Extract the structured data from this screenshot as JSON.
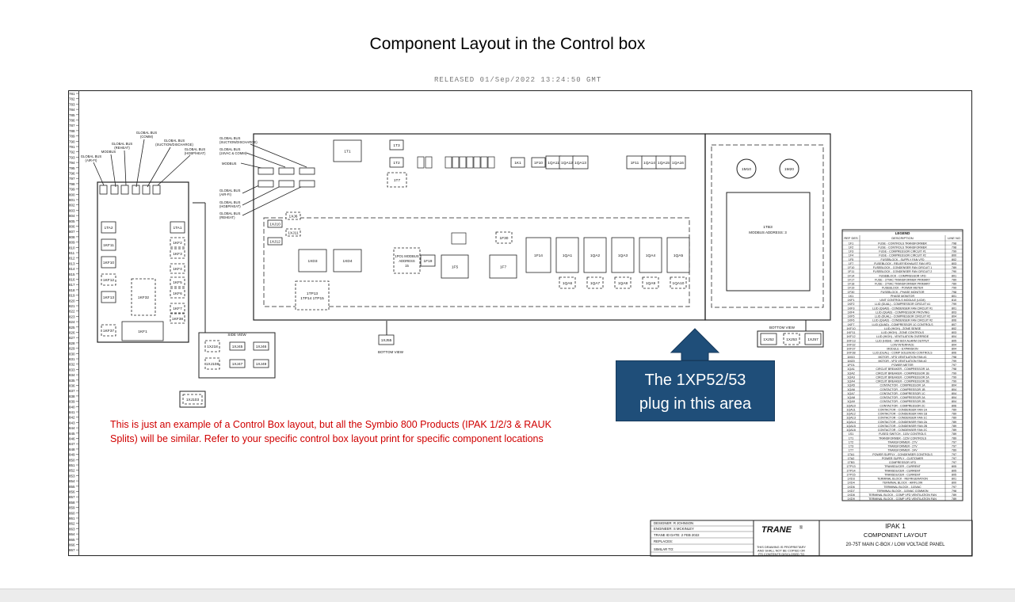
{
  "title": "Component Layout in the Control box",
  "released_stamp": "RELEASED 01/Sep/2022 13:24:50 GMT",
  "note": "This is just an example of a Control Box layout, but all the Symbio 800 Products (IPAK 1/2/3 & RAUK Splits) will be similar. Refer to your specific control box layout print for specific component locations",
  "callout": {
    "line1": "The 1XP52/53",
    "line2": "plug in this area"
  },
  "colors": {
    "callout_bg": "#1f4e79",
    "note": "#d00000",
    "line": "#222222"
  },
  "bus_labels": {
    "bus_air_fi": "GLOBAL BUS (AIR-FI)",
    "modbus": "MODBUS",
    "bus_reheat": "GLOBAL BUS (REHEAT)",
    "bus_comm": "GLOBAL BUS (COMM)",
    "bus_suction": "GLOBAL BUS (SUCTION/DISCHARGE)",
    "bus_hgbp": "GLOBAL BUS (HGBP/HEAT)",
    "bus_suction2": "GLOBAL BUS (SUCTION/DISCHARGE)",
    "bus_24vac": "GLOBAL BUS (24VAC & COMM)",
    "modbus2": "MODBUS",
    "bus_air_fi2": "GLOBAL BUS (AIR-FI)",
    "bus_hgbp2": "GLOBAL BUS (HGBP/HEAT)",
    "bus_reheat2": "GLOBAL BUS (REHEAT)"
  },
  "components": {
    "left_panel": [
      "1TA2",
      "1TA1",
      "1KF11",
      "1KF2",
      "1KF10",
      "1KF3",
      "1KF4",
      "1KF12",
      "1KF32",
      "1KF5",
      "1KF13",
      "1KF6",
      "1KF7",
      "1KF38",
      "1KF37",
      "1KF1"
    ],
    "top_row": [
      "1T1",
      "1T3",
      "1T2",
      "1T7",
      "1K1",
      "1F10",
      "1QA11",
      "1QA12",
      "1QA13",
      "1F11",
      "1QA14",
      "1QA15",
      "1QA16"
    ],
    "middle": [
      "1XJ10",
      "1XJ6",
      "1XJ11",
      "1XJ12",
      "1XD3",
      "1XD4",
      "1PO1 MODBUS ADDRESS 15",
      "1F19",
      "1F5",
      "1F30",
      "1F7",
      "1TP13 1TP14 1TP15"
    ],
    "breakers": [
      "1F14",
      "1QA1",
      "1QA2",
      "1QA3",
      "1QA4",
      "1QA5",
      "1QA6",
      "1QA7",
      "1QA8",
      "1QA9",
      "1QA10"
    ],
    "right_panel": [
      "1M10",
      "1M20",
      "1TB3",
      "MODBUS ADDRESS: 3"
    ],
    "side_view": [
      "SIDE VIEW",
      "1XJ18",
      "1XJ45",
      "1XJ46",
      "1XJ108",
      "1XJ47",
      "1XJ49"
    ],
    "bottom": [
      "1XJ55",
      "BOTTOM VIEW",
      "1XJ103",
      "BOTTOM VIEW",
      "1XJ52",
      "1XJ53",
      "1XJ57"
    ]
  },
  "legend": {
    "title": "LEGEND",
    "headers": [
      "REF DES",
      "DESCRIPTION",
      "LINE NO"
    ],
    "rows": [
      [
        "1F1",
        "FUSE - CONTROLS TRANSFORMER",
        "798"
      ],
      [
        "1F2",
        "FUSE - CONTROLS TRANSFORMER",
        "798"
      ],
      [
        "1F3",
        "FUSE - COMPRESSOR CIRCUIT #1",
        "799"
      ],
      [
        "1F4",
        "FUSE - COMPRESSOR CIRCUIT #2",
        "800"
      ],
      [
        "1F5",
        "FUSEBLOCK - SUPPLY FAN VFD",
        "802"
      ],
      [
        "1F7",
        "FUSEBLOCK - RELIEF/EXHAUST FAN VFD",
        "803"
      ],
      [
        "1F10",
        "FUSEBLOCK - CONDENSER FAN CIRCUIT 1",
        "789"
      ],
      [
        "1F11",
        "FUSEBLOCK - CONDENSER FAN CIRCUIT 2",
        "790"
      ],
      [
        "1F14",
        "FUSEBLOCK - COMPRESSOR VFD",
        "801"
      ],
      [
        "1F17",
        "FUSE - 27VAC TRANSFORMER PRIMARY",
        "789"
      ],
      [
        "1F18",
        "FUSE - 27VAC TRANSFORMER PRIMARY",
        "789"
      ],
      [
        "1F19",
        "FUSEBLOCK - POWER METER",
        "799"
      ],
      [
        "1F30",
        "FUSEBLOCK - PHASE MONITOR",
        "798"
      ],
      [
        "1K1",
        "PHASE MONITOR",
        "801"
      ],
      [
        "1KF1",
        "UNIT CONTROLS MODULE (UCM)",
        "810"
      ],
      [
        "1KF2",
        "LLID (DUAL) - COMPRESSOR CIRCUIT #1",
        "799"
      ],
      [
        "1KF3",
        "LLID (QUAD) - CONDENSER FAN CIRCUIT #1",
        "801"
      ],
      [
        "1KF4",
        "LLID (QUAD) - COMPRESSOR PROVING",
        "803"
      ],
      [
        "1KF5",
        "LLID (DUAL) - COMPRESSOR CIRCUIT #2",
        "804"
      ],
      [
        "1KF6",
        "LLID (QUAD) - CONDENSER FAN CIRCUIT #2",
        "806"
      ],
      [
        "1KF7",
        "LLID (QUAD) - COMPRESSOR 1C CONTROLS",
        "807"
      ],
      [
        "1KF10",
        "LLID (HIGH) - ZONE SENSE",
        "802"
      ],
      [
        "1KF11",
        "LLID (HIGH) - ZONE CONTROLS",
        "803"
      ],
      [
        "1KF12",
        "LLID (HIGH) - VENTILATION OVERRIDE",
        "804"
      ],
      [
        "1KF13",
        "LLID (HIGH) - VAV BOX ALARM OUTPUT",
        "805"
      ],
      [
        "1KF32",
        "LOW INTERFACE",
        "804"
      ],
      [
        "1KF37",
        "MODULE - EXPANSION",
        "804"
      ],
      [
        "1KF38",
        "LLID (DUAL) - COMP SOLENOID CONTROLS",
        "806"
      ],
      [
        "1M10",
        "MOTOR - VFD VENTILATION FAN #1",
        "798"
      ],
      [
        "1M20",
        "MOTOR - VFD VENTILATION FAN #2",
        "799"
      ],
      [
        "1PO1",
        "POWER METER",
        "797"
      ],
      [
        "1QA1",
        "CIRCUIT BREAKER - COMPRESSOR 1A",
        "798"
      ],
      [
        "1QA2",
        "CIRCUIT BREAKER - COMPRESSOR 1B",
        "799"
      ],
      [
        "1QA3",
        "CIRCUIT BREAKER - COMPRESSOR 2A",
        "799"
      ],
      [
        "1QA4",
        "CIRCUIT BREAKER - COMPRESSOR 2B",
        "799"
      ],
      [
        "1QA5",
        "CONTACTOR - COMPRESSOR 1A",
        "804"
      ],
      [
        "1QA6",
        "CONTACTOR - COMPRESSOR 1B",
        "804"
      ],
      [
        "1QA7",
        "CONTACTOR - COMPRESSOR 1C",
        "804"
      ],
      [
        "1QA8",
        "CONTACTOR - COMPRESSOR 2A",
        "804"
      ],
      [
        "1QA9",
        "CONTACTOR - COMPRESSOR 2B",
        "804"
      ],
      [
        "1QA10",
        "CONTACTOR - COMPRESSOR 2C",
        "806"
      ],
      [
        "1QA11",
        "CONTACTOR - CONDENSER FAN 1A",
        "789"
      ],
      [
        "1QA12",
        "CONTACTOR - CONDENSER FAN 1B",
        "789"
      ],
      [
        "1QA13",
        "CONTACTOR - CONDENSER FAN 1C",
        "789"
      ],
      [
        "1QA14",
        "CONTACTOR - CONDENSER FAN 2A",
        "789"
      ],
      [
        "1QA15",
        "CONTACTOR - CONDENSER FAN 2B",
        "789"
      ],
      [
        "1QA16",
        "CONTACTOR - CONDENSER FAN 2C",
        "789"
      ],
      [
        "1S1",
        "FUSED SWITCH - 115V CONTROLS",
        "789"
      ],
      [
        "1T1",
        "TRANSFORMER - 115V CONTROLS",
        "789"
      ],
      [
        "1T2",
        "TRANSFORMER - 27V",
        "797"
      ],
      [
        "1T3",
        "TRANSFORMER - 27V",
        "797"
      ],
      [
        "1T7",
        "TRANSFORMER - 24V",
        "789"
      ],
      [
        "1TA1",
        "POWER SUPPLY - CONDENSER CONTROLS",
        "797"
      ],
      [
        "1TA2",
        "POWER SUPPLY - CUSTOMER",
        "797"
      ],
      [
        "1TB3",
        "COMPRESSOR VFD",
        "797"
      ],
      [
        "1TP13",
        "TRANSDUCER - CURRENT",
        "805"
      ],
      [
        "1TP14",
        "TRANSDUCER - CURRENT",
        "805"
      ],
      [
        "1TP15",
        "TRANSDUCER - CURRENT",
        "805"
      ],
      [
        "1XD3",
        "TERMINAL BLOCK - REFRIGERATION",
        "801"
      ],
      [
        "1XD4",
        "TERMINAL BLOCK - AIRFLOW",
        "800"
      ],
      [
        "1XD6",
        "TERMINAL BLOCK - 115VAC",
        "797"
      ],
      [
        "1XD7",
        "TERMINAL BLOCK - 115VAC COMMON",
        "798"
      ],
      [
        "1XD8",
        "TERMINAL BLOCK - COMP VFD VENTILATION FAN",
        "789"
      ],
      [
        "1XD9",
        "TERMINAL BLOCK - COMP VFD VENTILATION FAN",
        "789"
      ]
    ]
  },
  "title_block": {
    "designer": "DESIGNER:   R JOHNSON",
    "engineer": "ENGINEER:   S MCKINLEY",
    "date": "TRANE ID DATE:   2 FEB 2022",
    "replaces": "REPLACES:",
    "similar": "SIMILAR TO:",
    "brand": "TRANE",
    "reg": "®",
    "proprietary": "THIS DRAWING IS PROPRIETARY AND SHALL NOT BE COPIED OR ITS CONTENTS DISCLOSED TO",
    "name1": "IPAK 1",
    "name2": "COMPONENT LAYOUT",
    "name3": "20-75T MAIN C-BOX / LOW VOLTAGE PANEL"
  }
}
